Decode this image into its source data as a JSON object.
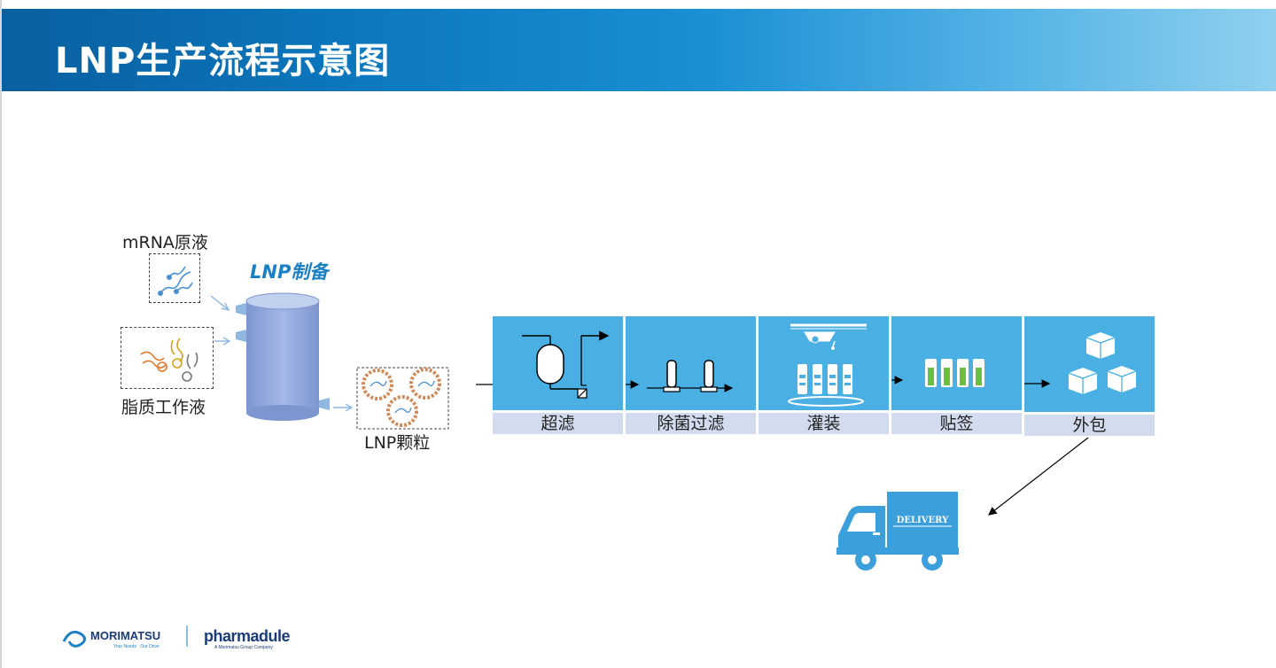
{
  "header": {
    "title": "LNP生产流程示意图"
  },
  "inputs": {
    "mrna_label": "mRNA原液",
    "lipid_label": "脂质工作液"
  },
  "prep": {
    "title": "LNP制备",
    "particles_label": "LNP颗粒"
  },
  "process_steps": [
    {
      "label": "超滤",
      "icon": "ultrafiltration-icon"
    },
    {
      "label": "除菌过滤",
      "icon": "sterile-filter-icon"
    },
    {
      "label": "灌装",
      "icon": "filling-icon"
    },
    {
      "label": "贴签",
      "icon": "labeling-icon"
    },
    {
      "label": "外包",
      "icon": "boxes-icon"
    }
  ],
  "delivery": {
    "truck_text": "DELIVERY"
  },
  "footer": {
    "brand1": "MORIMATSU",
    "brand1_tagline": "Your Needs · Our Drive",
    "brand2": "pharmadule",
    "brand2_tagline": "A Morimatsu Group Company"
  },
  "colors": {
    "header_start": "#0a5f9f",
    "header_end": "#8fd0ee",
    "step_bg": "#4ab0e4",
    "step_label_bg": "#d2dcee",
    "vessel": "#8ea6d8",
    "accent_title": "#1b80c4",
    "truck": "#3b9fdc"
  }
}
